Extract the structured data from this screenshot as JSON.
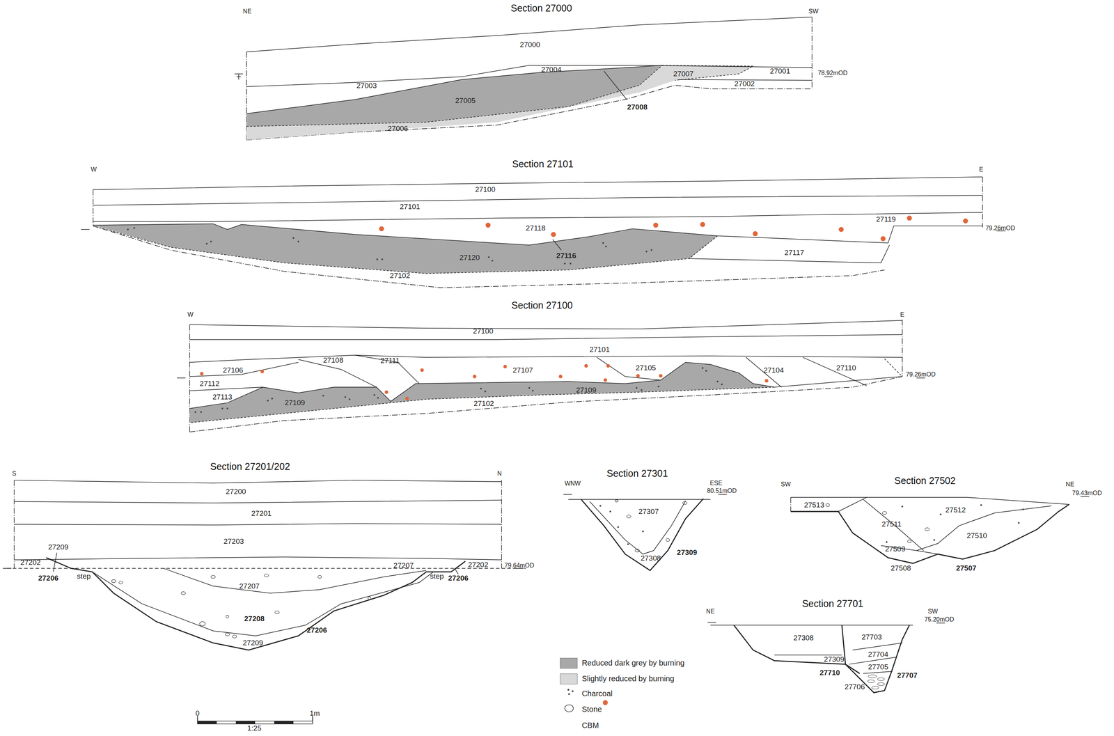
{
  "diagram": {
    "labels": [
      "Section 27000",
      "NE",
      "SW",
      "27000",
      "27004",
      "27007",
      "27001",
      "78.92mOD",
      "27003",
      "27002",
      "27005",
      "27008",
      "27006",
      "Section 27101",
      "W",
      "E",
      "27100",
      "27101",
      "27119",
      "79.26mOD",
      "27118",
      "27117",
      "27120",
      "27116",
      "27102",
      "Section 27100",
      "W",
      "E",
      "27100",
      "27101",
      "27106",
      "27108",
      "27111",
      "27107",
      "27105",
      "27104",
      "27110",
      "27112",
      "79.26mOD",
      "27113",
      "27109",
      "27109",
      "27102",
      "Section 27201/202",
      "S",
      "N",
      "27200",
      "27201",
      "27203",
      "27209",
      "27202",
      "27207",
      "27202",
      "79.64mOD",
      "27206",
      "step",
      "27207",
      "step",
      "27206",
      "27208",
      "27206",
      "27209",
      "Section 27301",
      "WNW",
      "ESE",
      "80.51mOD",
      "27307",
      "27309",
      "27308",
      "Section 27502",
      "SW",
      "NE",
      "79.43mOD",
      "27513",
      "27512",
      "27511",
      "27510",
      "27509",
      "27508",
      "27507",
      "Section 27701",
      "NE",
      "SW",
      "75.20mOD",
      "27308",
      "27703",
      "27704",
      "27309",
      "27705",
      "27710",
      "27707",
      "27706",
      "0",
      "1m",
      "1:25"
    ],
    "legend": [
      {
        "text": "Reduced dark grey by burning",
        "color": "#a8a8a8"
      },
      {
        "text": "Slightly reduced by burning",
        "color": "#d9d9d9"
      },
      {
        "text": "Charcoal"
      },
      {
        "text": "Stone"
      },
      {
        "text": "CBM"
      }
    ]
  }
}
